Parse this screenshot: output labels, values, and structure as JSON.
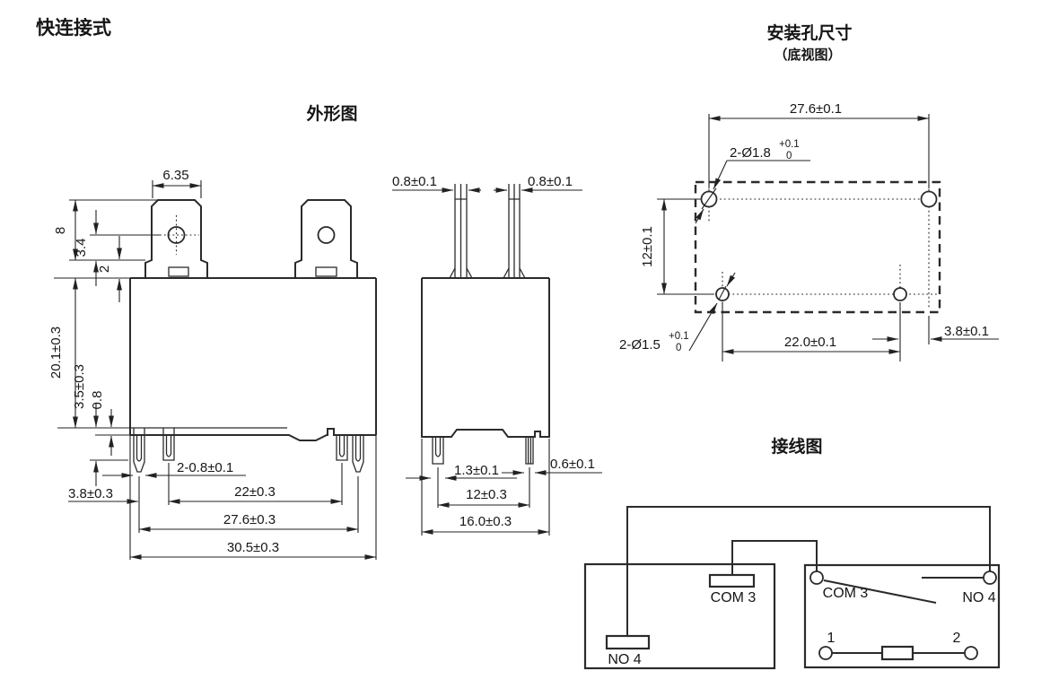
{
  "colors": {
    "line": "#2b2b2b",
    "text": "#161616",
    "background": "#ffffff"
  },
  "page_title": "快连接式",
  "outline": {
    "title": "外形图",
    "front": {
      "dim_tab_width": "6.35",
      "dim_tab_height": "8",
      "dim_hole_center": "3.4",
      "dim_shoulder": "2",
      "dim_body_height": "20.1±0.3",
      "dim_standoff": "3.5±0.3",
      "dim_flange": "0.8",
      "dim_pin_width": "2-0.8±0.1",
      "dim_pin_offset": "3.8±0.3",
      "dim_pin_span_inner": "22±0.3",
      "dim_pin_span_outer": "27.6±0.3",
      "dim_body_width": "30.5±0.3"
    },
    "side": {
      "dim_tab_thickness_left": "0.8±0.1",
      "dim_tab_thickness_right": "0.8±0.1",
      "dim_pin_left_width": "1.3±0.1",
      "dim_pin_right_width": "0.6±0.1",
      "dim_pin_span": "12±0.3",
      "dim_body_depth": "16.0±0.3"
    }
  },
  "mounting": {
    "title": "安装孔尺寸",
    "subtitle": "（底视图）",
    "dim_top_span": "27.6±0.1",
    "top_hole_label": "2-Ø1.8",
    "top_hole_tol_upper": "+0.1",
    "top_hole_tol_lower": "0",
    "dim_row_gap": "12±0.1",
    "bottom_hole_label": "2-Ø1.5",
    "bottom_hole_tol_upper": "+0.1",
    "bottom_hole_tol_lower": "0",
    "dim_bottom_span": "22.0±0.1",
    "dim_right_offset": "3.8±0.1"
  },
  "wiring": {
    "title": "接线图",
    "left_box": {
      "com": "COM 3",
      "no": "NO 4"
    },
    "right_box": {
      "com": "COM 3",
      "no": "NO 4",
      "coil_pin_1": "1",
      "coil_pin_2": "2"
    }
  }
}
